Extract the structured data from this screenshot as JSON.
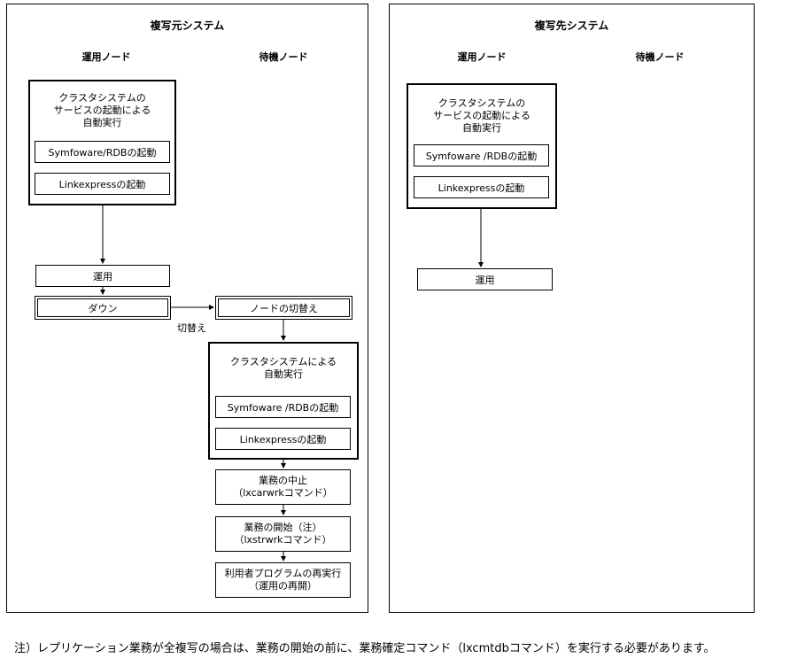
{
  "source": {
    "title": "複写元システム",
    "col_active": "運用ノード",
    "col_standby": "待機ノード",
    "startup_group": "クラスタシステムの\nサービスの起動による\n自動実行",
    "start_rdb": "Symfoware/RDBの起動",
    "start_lx": "Linkexpressの起動",
    "operation": "運用",
    "down": "ダウン",
    "switch_label": "切替え",
    "node_switch": "ノードの切替え",
    "auto_group": "クラスタシステムによる\n自動実行",
    "auto_rdb": "Symfoware /RDBの起動",
    "auto_lx": "Linkexpressの起動",
    "stop_job": "業務の中止\n（lxcarwrkコマンド）",
    "start_job": "業務の開始（注）\n（lxstrwrkコマンド）",
    "rerun": "利用者プログラムの再実行\n（運用の再開）"
  },
  "target": {
    "title": "複写先システム",
    "col_active": "運用ノード",
    "col_standby": "待機ノード",
    "startup_group": "クラスタシステムの\nサービスの起動による\n自動実行",
    "start_rdb": "Symfoware /RDBの起動",
    "start_lx": "Linkexpressの起動",
    "operation": "運用"
  },
  "footnote": "注）レプリケーション業務が全複写の場合は、業務の開始の前に、業務確定コマンド（lxcmtdbコマンド）を実行する必要があります。"
}
